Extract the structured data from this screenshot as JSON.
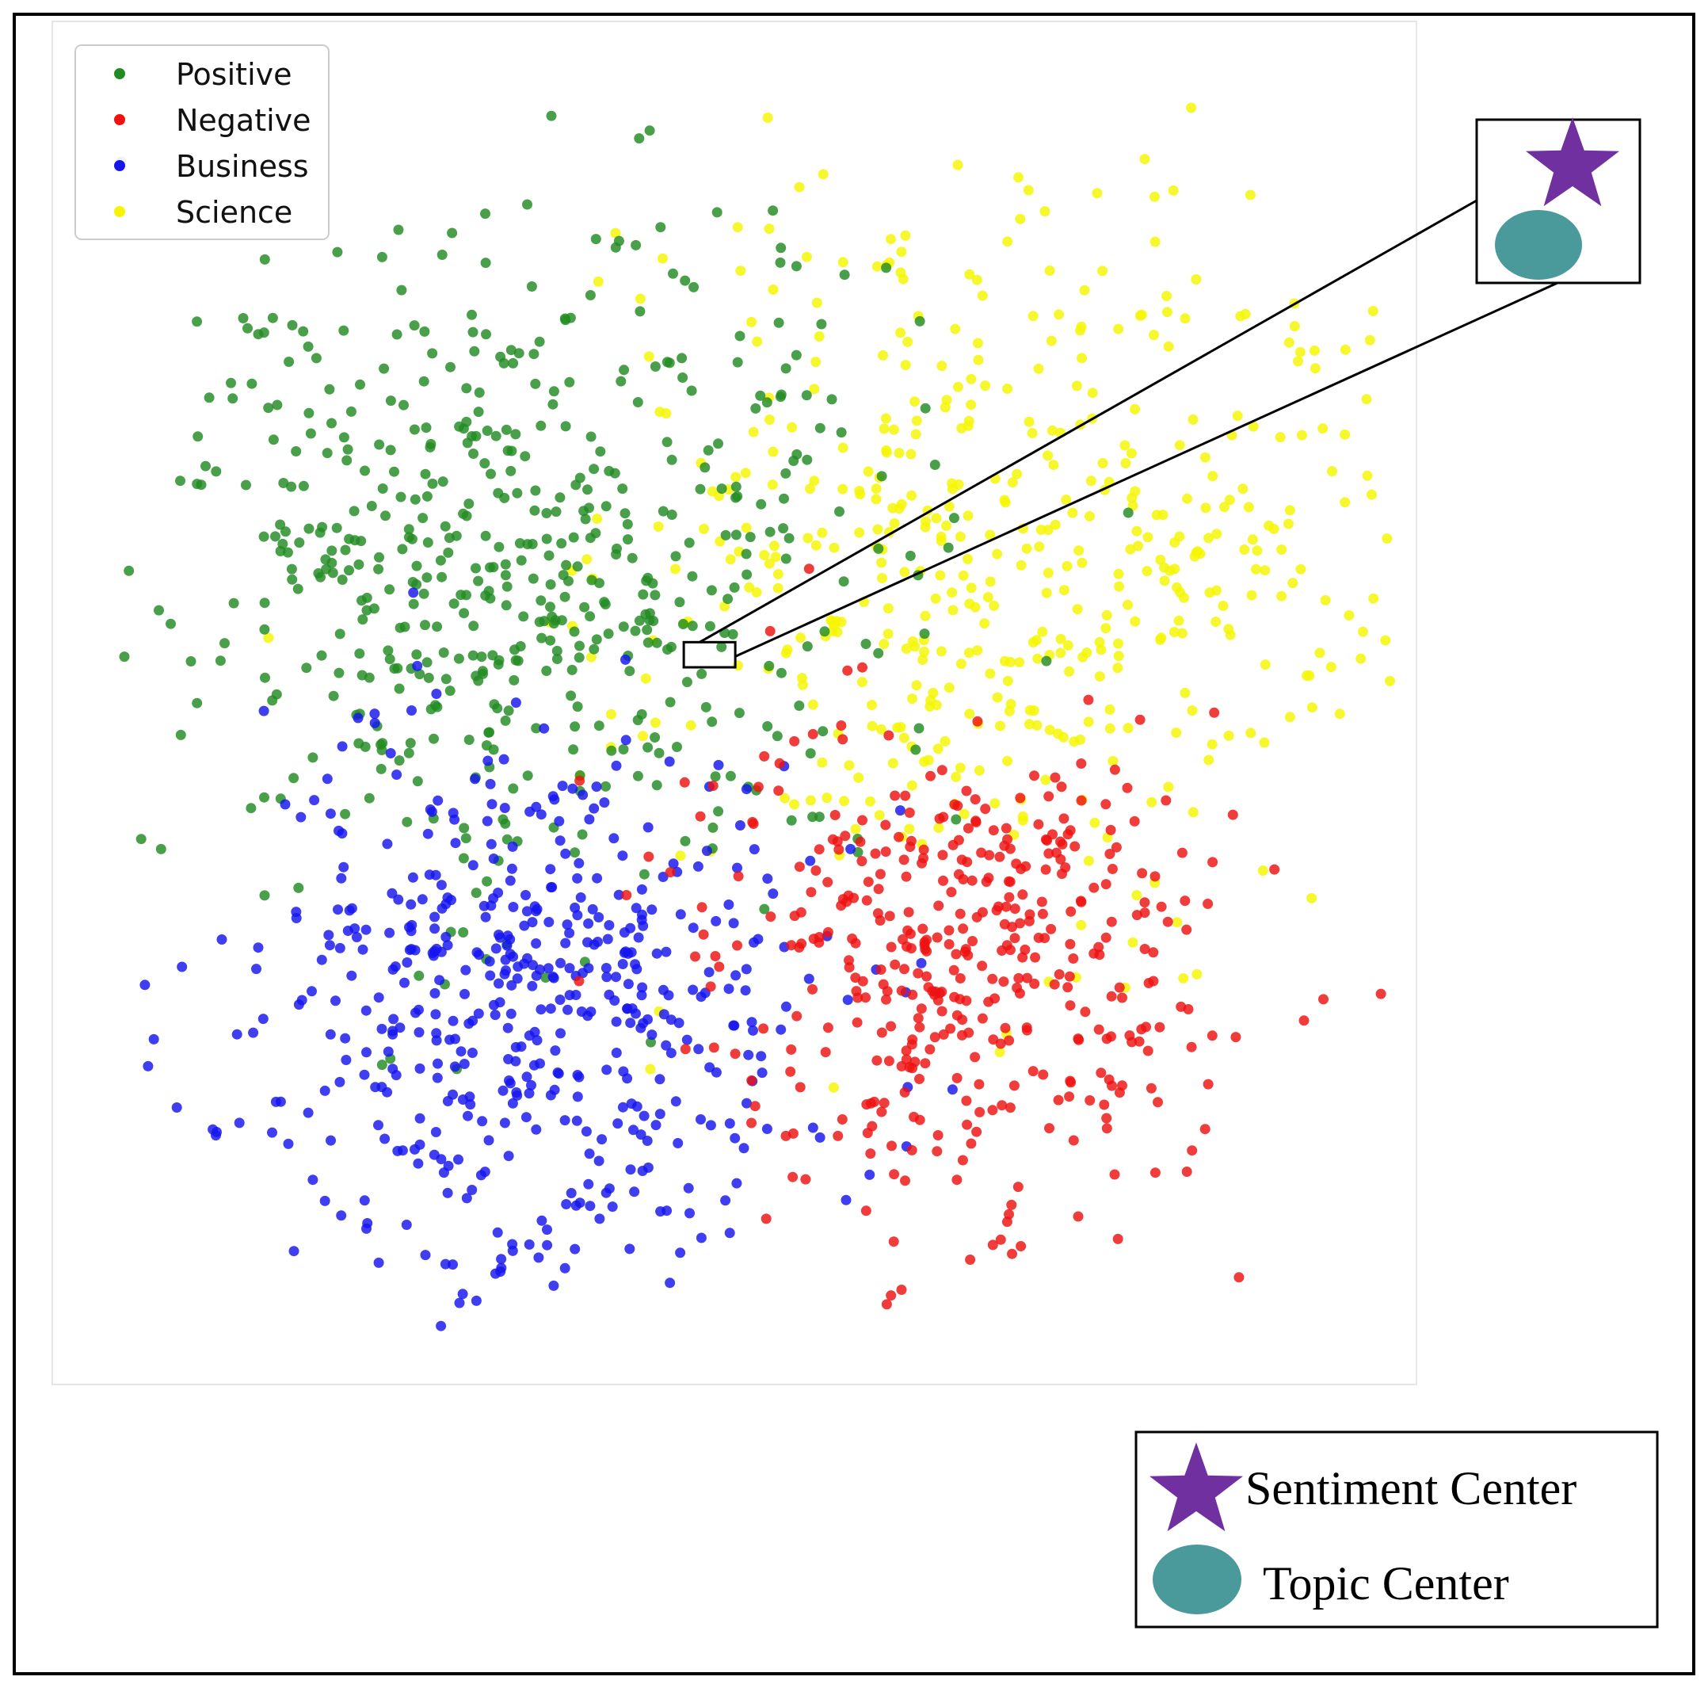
{
  "chart_data": {
    "type": "scatter",
    "title": "",
    "xlabel": "",
    "ylabel": "",
    "xlim": [
      0,
      100
    ],
    "ylim": [
      0,
      100
    ],
    "grid": false,
    "legend_placement": "top-left",
    "series": [
      {
        "name": "Positive",
        "color": "#228B22",
        "center": [
          32,
          62
        ],
        "spread": [
          14,
          14
        ],
        "count": 560
      },
      {
        "name": "Negative",
        "color": "#EE1111",
        "center": [
          66,
          30
        ],
        "spread": [
          10,
          10
        ],
        "count": 430
      },
      {
        "name": "Business",
        "color": "#1515EE",
        "center": [
          33,
          27
        ],
        "spread": [
          12,
          11
        ],
        "count": 510
      },
      {
        "name": "Science",
        "color": "#F5F500",
        "center": [
          71,
          62
        ],
        "spread": [
          15,
          15
        ],
        "count": 500
      }
    ],
    "inset": {
      "region": {
        "x": [
          44.5,
          48.5
        ],
        "y": [
          53.5,
          55.5
        ]
      },
      "markers": [
        {
          "shape": "star",
          "color": "#7030A0"
        },
        {
          "shape": "ellipse",
          "color": "#4A9A9C"
        }
      ]
    }
  },
  "legend_centers": {
    "items": [
      {
        "label": "Sentiment Center",
        "shape": "star",
        "color": "#7030A0"
      },
      {
        "label": "Topic Center",
        "shape": "ellipse",
        "color": "#4A9A9C"
      }
    ]
  }
}
